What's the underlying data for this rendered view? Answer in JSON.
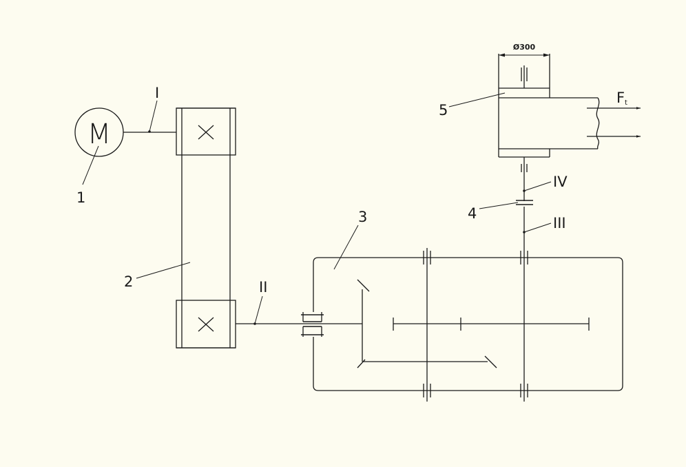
{
  "labels": {
    "motor": "M",
    "part1": "1",
    "part2": "2",
    "part3": "3",
    "part4": "4",
    "part5": "5",
    "shaft1": "I",
    "shaft2": "II",
    "shaft3": "III",
    "shaft4": "IV",
    "force": "F",
    "force_sub": "t",
    "diameter": "Ø300"
  },
  "colors": {
    "background": "#fdfcf0",
    "line": "#1a1a1a"
  }
}
